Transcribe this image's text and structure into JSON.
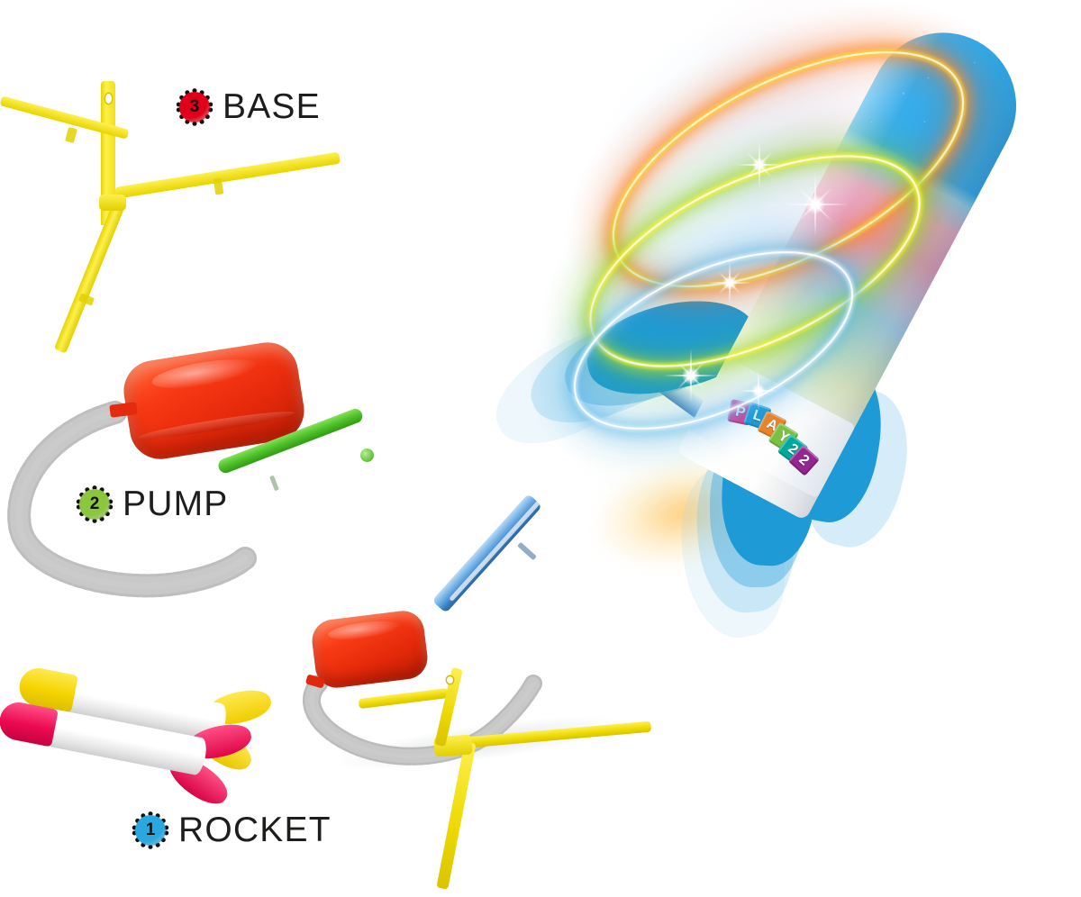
{
  "product": {
    "brand": "PLAY22",
    "brand_letters": [
      {
        "char": "P",
        "color": "#e8338c"
      },
      {
        "char": "L",
        "color": "#1b9ad6"
      },
      {
        "char": "A",
        "color": "#f58220"
      },
      {
        "char": "Y",
        "color": "#7ac143"
      },
      {
        "char": "2",
        "color": "#00a99d"
      },
      {
        "char": "2",
        "color": "#92278f"
      }
    ]
  },
  "legend": [
    {
      "number": "1",
      "label": "ROCKET",
      "badge_color": "#29a8e0",
      "badge_edge": "#12110f",
      "number_color": "#12110f",
      "label_color": "#1d1d1b",
      "icon": "gear-badge-icon"
    },
    {
      "number": "2",
      "label": "PUMP",
      "badge_color": "#8cc63e",
      "badge_edge": "#12110f",
      "number_color": "#12110f",
      "label_color": "#1d1d1b",
      "icon": "gear-badge-icon"
    },
    {
      "number": "3",
      "label": "BASE",
      "badge_color": "#e1001a",
      "badge_edge": "#12110f",
      "number_color": "#12110f",
      "label_color": "#1d1d1b",
      "icon": "gear-badge-icon"
    }
  ],
  "parts": {
    "base": {
      "name": "Base",
      "color": "#f2e000",
      "description": "Yellow three-leg tripod stand with upright mast"
    },
    "pump": {
      "name": "Pump",
      "bladder_color": "#ee2f0d",
      "hose_color": "#e8e8e8",
      "tube_color": "#52c42c",
      "description": "Red foot-pump bladder with ribbed white hose and green launch tube"
    },
    "rockets": [
      {
        "name": "Yellow foam rocket",
        "nose_color": "#f5d400",
        "body_color": "#ffffff",
        "fin_color": "#f2d000"
      },
      {
        "name": "Pink foam rocket",
        "nose_color": "#ec0a52",
        "body_color": "#ffffff",
        "fin_color": "#e00549"
      }
    ],
    "launcher": {
      "name": "Assembled launcher",
      "bladder_color": "#ee2f0d",
      "base_color": "#f2e000",
      "tube_color": "#2873be"
    },
    "hero_rocket": {
      "name": "Launching light-up rocket",
      "nose_color": "#2fa9e9",
      "fin_color": "#1e9ad6",
      "body_gradient": [
        "#2fa9e9",
        "#e7a8c4",
        "#a8cfe6",
        "#e6efc2",
        "#ffffff"
      ],
      "glow_rings": [
        {
          "name": "orange-glow-ring",
          "inner": "#ffd23a",
          "outer": "#f4661b"
        },
        {
          "name": "green-glow-ring",
          "inner": "#f5f33a",
          "outer": "#71c21f"
        },
        {
          "name": "blue-glow-ring",
          "inner": "#eaf7ff",
          "outer": "#2f9fe0"
        }
      ],
      "exhaust_color": "#ffb946"
    }
  }
}
